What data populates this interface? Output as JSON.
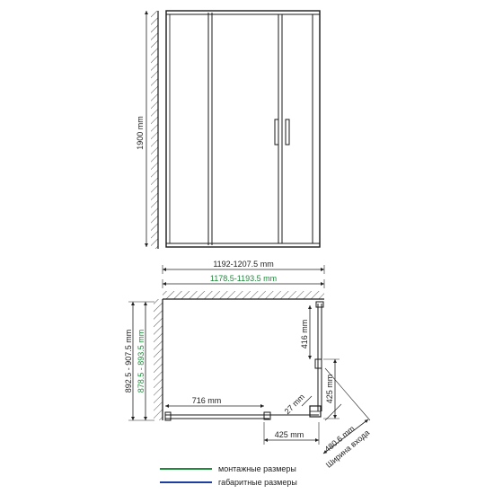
{
  "front_view": {
    "height_label": "1900 mm"
  },
  "plan_view": {
    "width_overall": "1192-1207.5 mm",
    "width_mount": "1178.5-1193.5 mm",
    "depth_overall": "892.5 - 907.5 mm",
    "depth_mount": "878.5 - 893.5 mm",
    "fixed_panel": "716 mm",
    "side_416": "416 mm",
    "side_425_right": "425 mm",
    "bottom_425": "425 mm",
    "small_27": "27 mm",
    "diag_4806": "480.6 mm",
    "diag_caption": "Ширина входа"
  },
  "legend": {
    "mounting": "монтажные размеры",
    "overall": "габаритные размеры"
  },
  "colors": {
    "mounting": "#1d8a3a",
    "overall": "#1f3fa0",
    "line": "#1a1a1a"
  }
}
